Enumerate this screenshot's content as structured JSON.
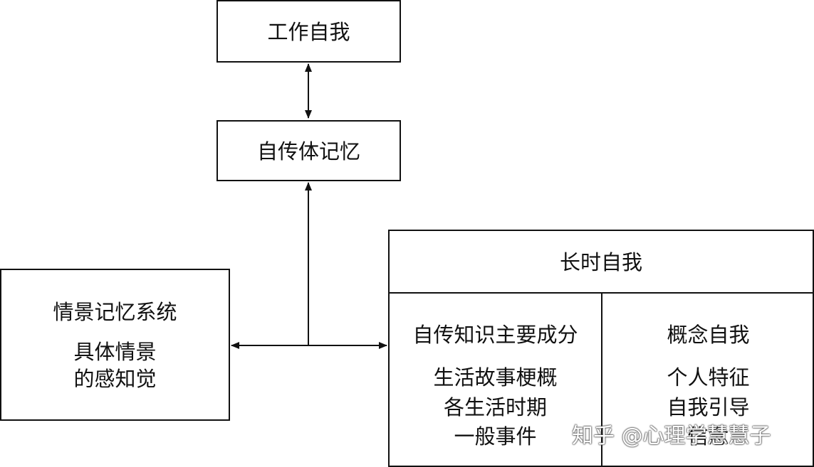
{
  "nodes": {
    "working_self": {
      "label": "工作自我"
    },
    "autobiographical_memory": {
      "label": "自传体记忆"
    },
    "episodic_memory_system": {
      "title": "情景记忆系统",
      "lines": [
        "具体情景",
        "的感知觉"
      ]
    },
    "long_term_self": {
      "title": "长时自我",
      "autobiographical_knowledge": {
        "title": "自传知识主要成分",
        "lines": [
          "生活故事梗概",
          "各生活时期",
          "一般事件"
        ]
      },
      "conceptual_self": {
        "title": "概念自我",
        "lines": [
          "个人特征",
          "自我引导",
          "信念"
        ]
      }
    }
  },
  "watermark": "知乎 @心理学慧慧子"
}
